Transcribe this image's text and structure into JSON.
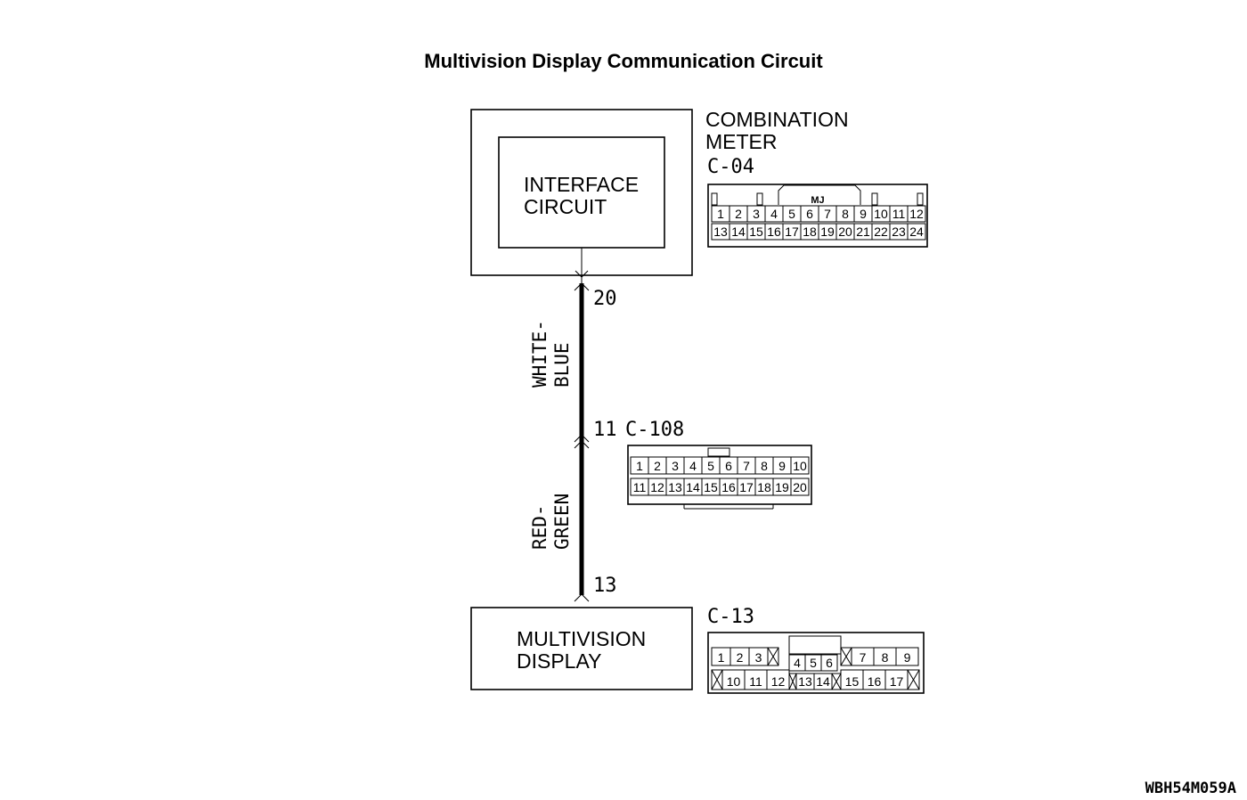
{
  "title": "Multivision Display Communication Circuit",
  "combination_meter": {
    "name_line1": "COMBINATION",
    "name_line2": "METER",
    "connector": "C-04",
    "inner_line1": "INTERFACE",
    "inner_line2": "CIRCUIT",
    "connector_tag": "MJ",
    "row1": [
      "1",
      "2",
      "3",
      "4",
      "5",
      "6",
      "7",
      "8",
      "9",
      "10",
      "11",
      "12"
    ],
    "row2": [
      "13",
      "14",
      "15",
      "16",
      "17",
      "18",
      "19",
      "20",
      "21",
      "22",
      "23",
      "24"
    ]
  },
  "wire_upper": {
    "color_line1": "WHITE-",
    "color_line2": "BLUE",
    "pin_top": "20",
    "pin_bottom": "11"
  },
  "junction": {
    "connector": "C-108",
    "row1": [
      "1",
      "2",
      "3",
      "4",
      "5",
      "6",
      "7",
      "8",
      "9",
      "10"
    ],
    "row2": [
      "11",
      "12",
      "13",
      "14",
      "15",
      "16",
      "17",
      "18",
      "19",
      "20"
    ]
  },
  "wire_lower": {
    "color_line1": "RED-",
    "color_line2": "GREEN",
    "pin_bottom": "13"
  },
  "multivision_display": {
    "name_line1": "MULTIVISION",
    "name_line2": "DISPLAY",
    "connector": "C-13",
    "row1_left": [
      "1",
      "2",
      "3"
    ],
    "row1_mid": [
      "4",
      "5",
      "6"
    ],
    "row1_right": [
      "7",
      "8",
      "9"
    ],
    "row2_left": [
      "10",
      "11",
      "12"
    ],
    "row2_mid": [
      "13",
      "14"
    ],
    "row2_right": [
      "15",
      "16",
      "17"
    ]
  },
  "figure_code": "WBH54M059A"
}
